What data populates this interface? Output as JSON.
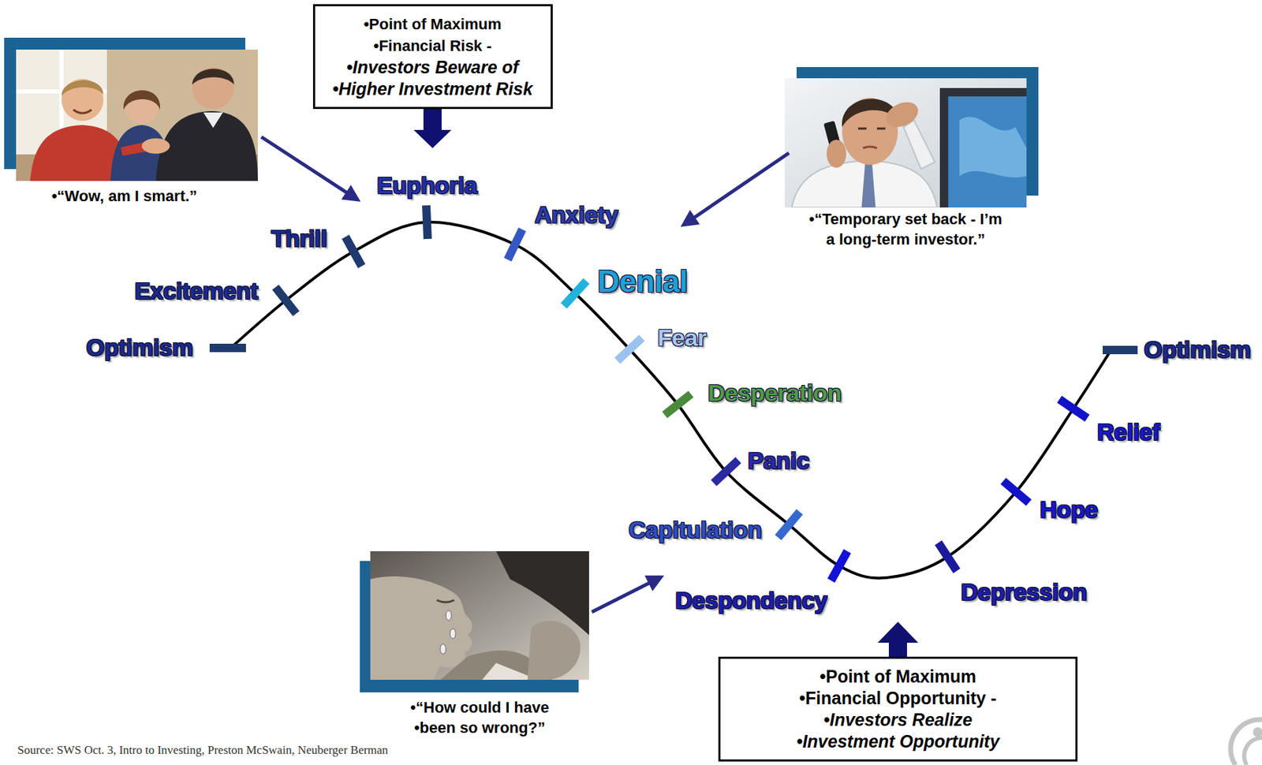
{
  "diagram": {
    "nodes": [
      {
        "text": [
          "•“Wow, am I smart.”"
        ]
      },
      {
        "text": [
          "•Point of Maximum",
          "•Financial Risk -",
          "•Investors Beware of",
          "•Higher Investment Risk"
        ]
      },
      {
        "text": [
          "•“Temporary set back - I’m a long-term investor.”"
        ]
      },
      {
        "text": [
          "•“How could I have",
          "•been so wrong?”"
        ]
      },
      {
        "text": [
          "•Point of Maximum",
          "•Financial Opportunity -",
          "•Investors Realize",
          "•Investment Opportunity"
        ]
      }
    ],
    "labels": [
      "Optimism",
      "Excitement",
      "Thrill",
      "Euphoria",
      "Anxiety",
      "Denial",
      "Fear",
      "Desperation",
      "Panic",
      "Capitulation",
      "Despondency",
      "Depression",
      "Hope",
      "Relief",
      "Optimism",
      "Source: SWS Oct. 3, Intro to Investing, Preston McSwain, Neuberger Berman"
    ]
  }
}
